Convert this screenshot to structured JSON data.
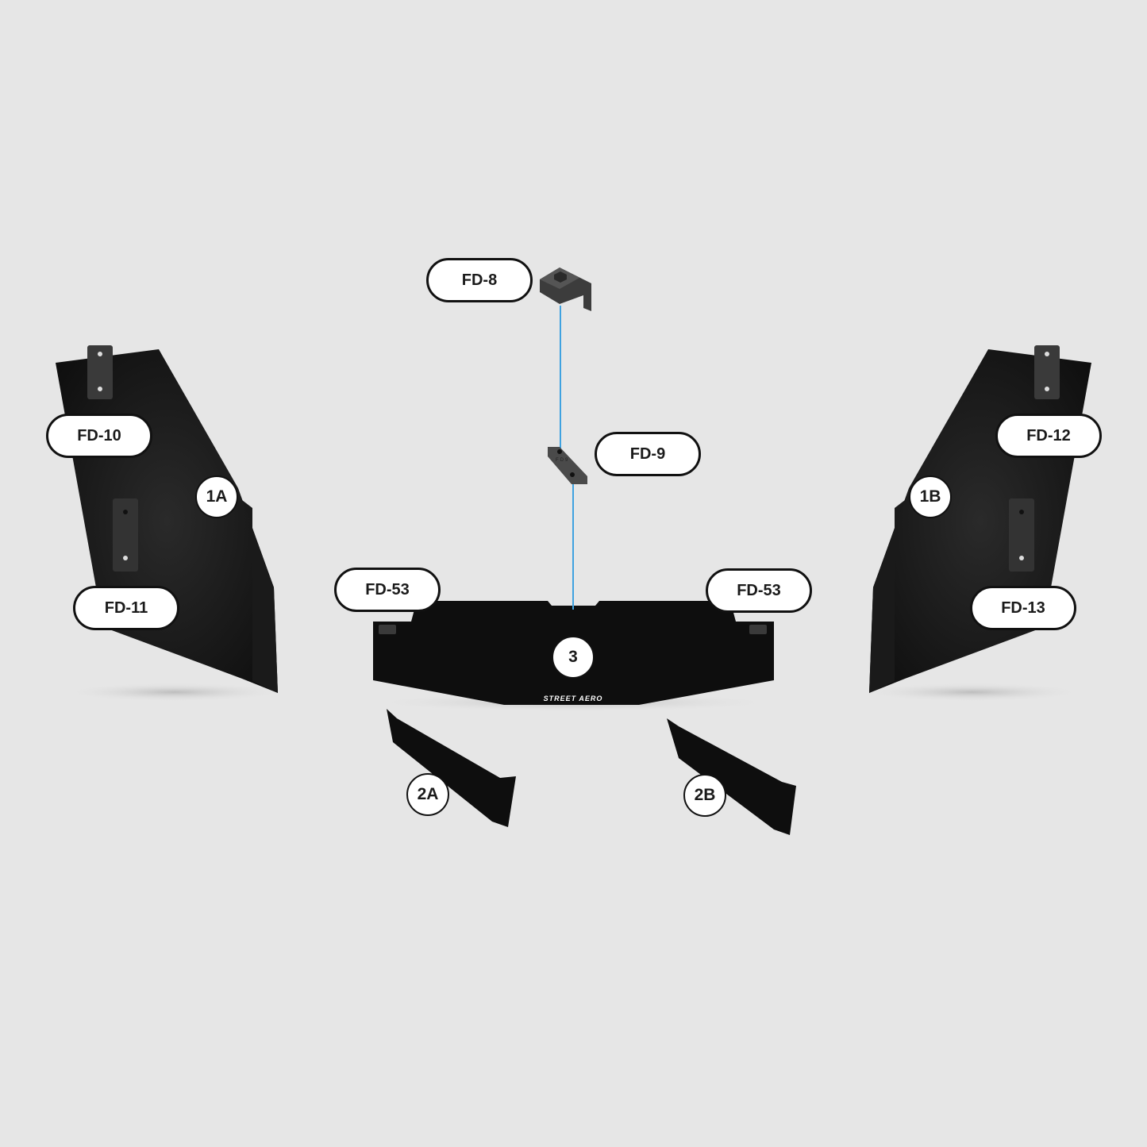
{
  "part_labels": {
    "fd8": "FD-8",
    "fd9": "FD-9",
    "fd10": "FD-10",
    "fd11": "FD-11",
    "fd12": "FD-12",
    "fd13": "FD-13",
    "fd53_left": "FD-53",
    "fd53_right": "FD-53"
  },
  "panel_labels": {
    "p1a": "1A",
    "p1b": "1B",
    "p3": "3",
    "p2a": "2A",
    "p2b": "2B"
  },
  "brand_text": "STREET AERO",
  "part_engraving": "FD9",
  "colors": {
    "background": "#e6e6e6",
    "panel": "#111111",
    "connector_line": "#3fa2e0"
  }
}
